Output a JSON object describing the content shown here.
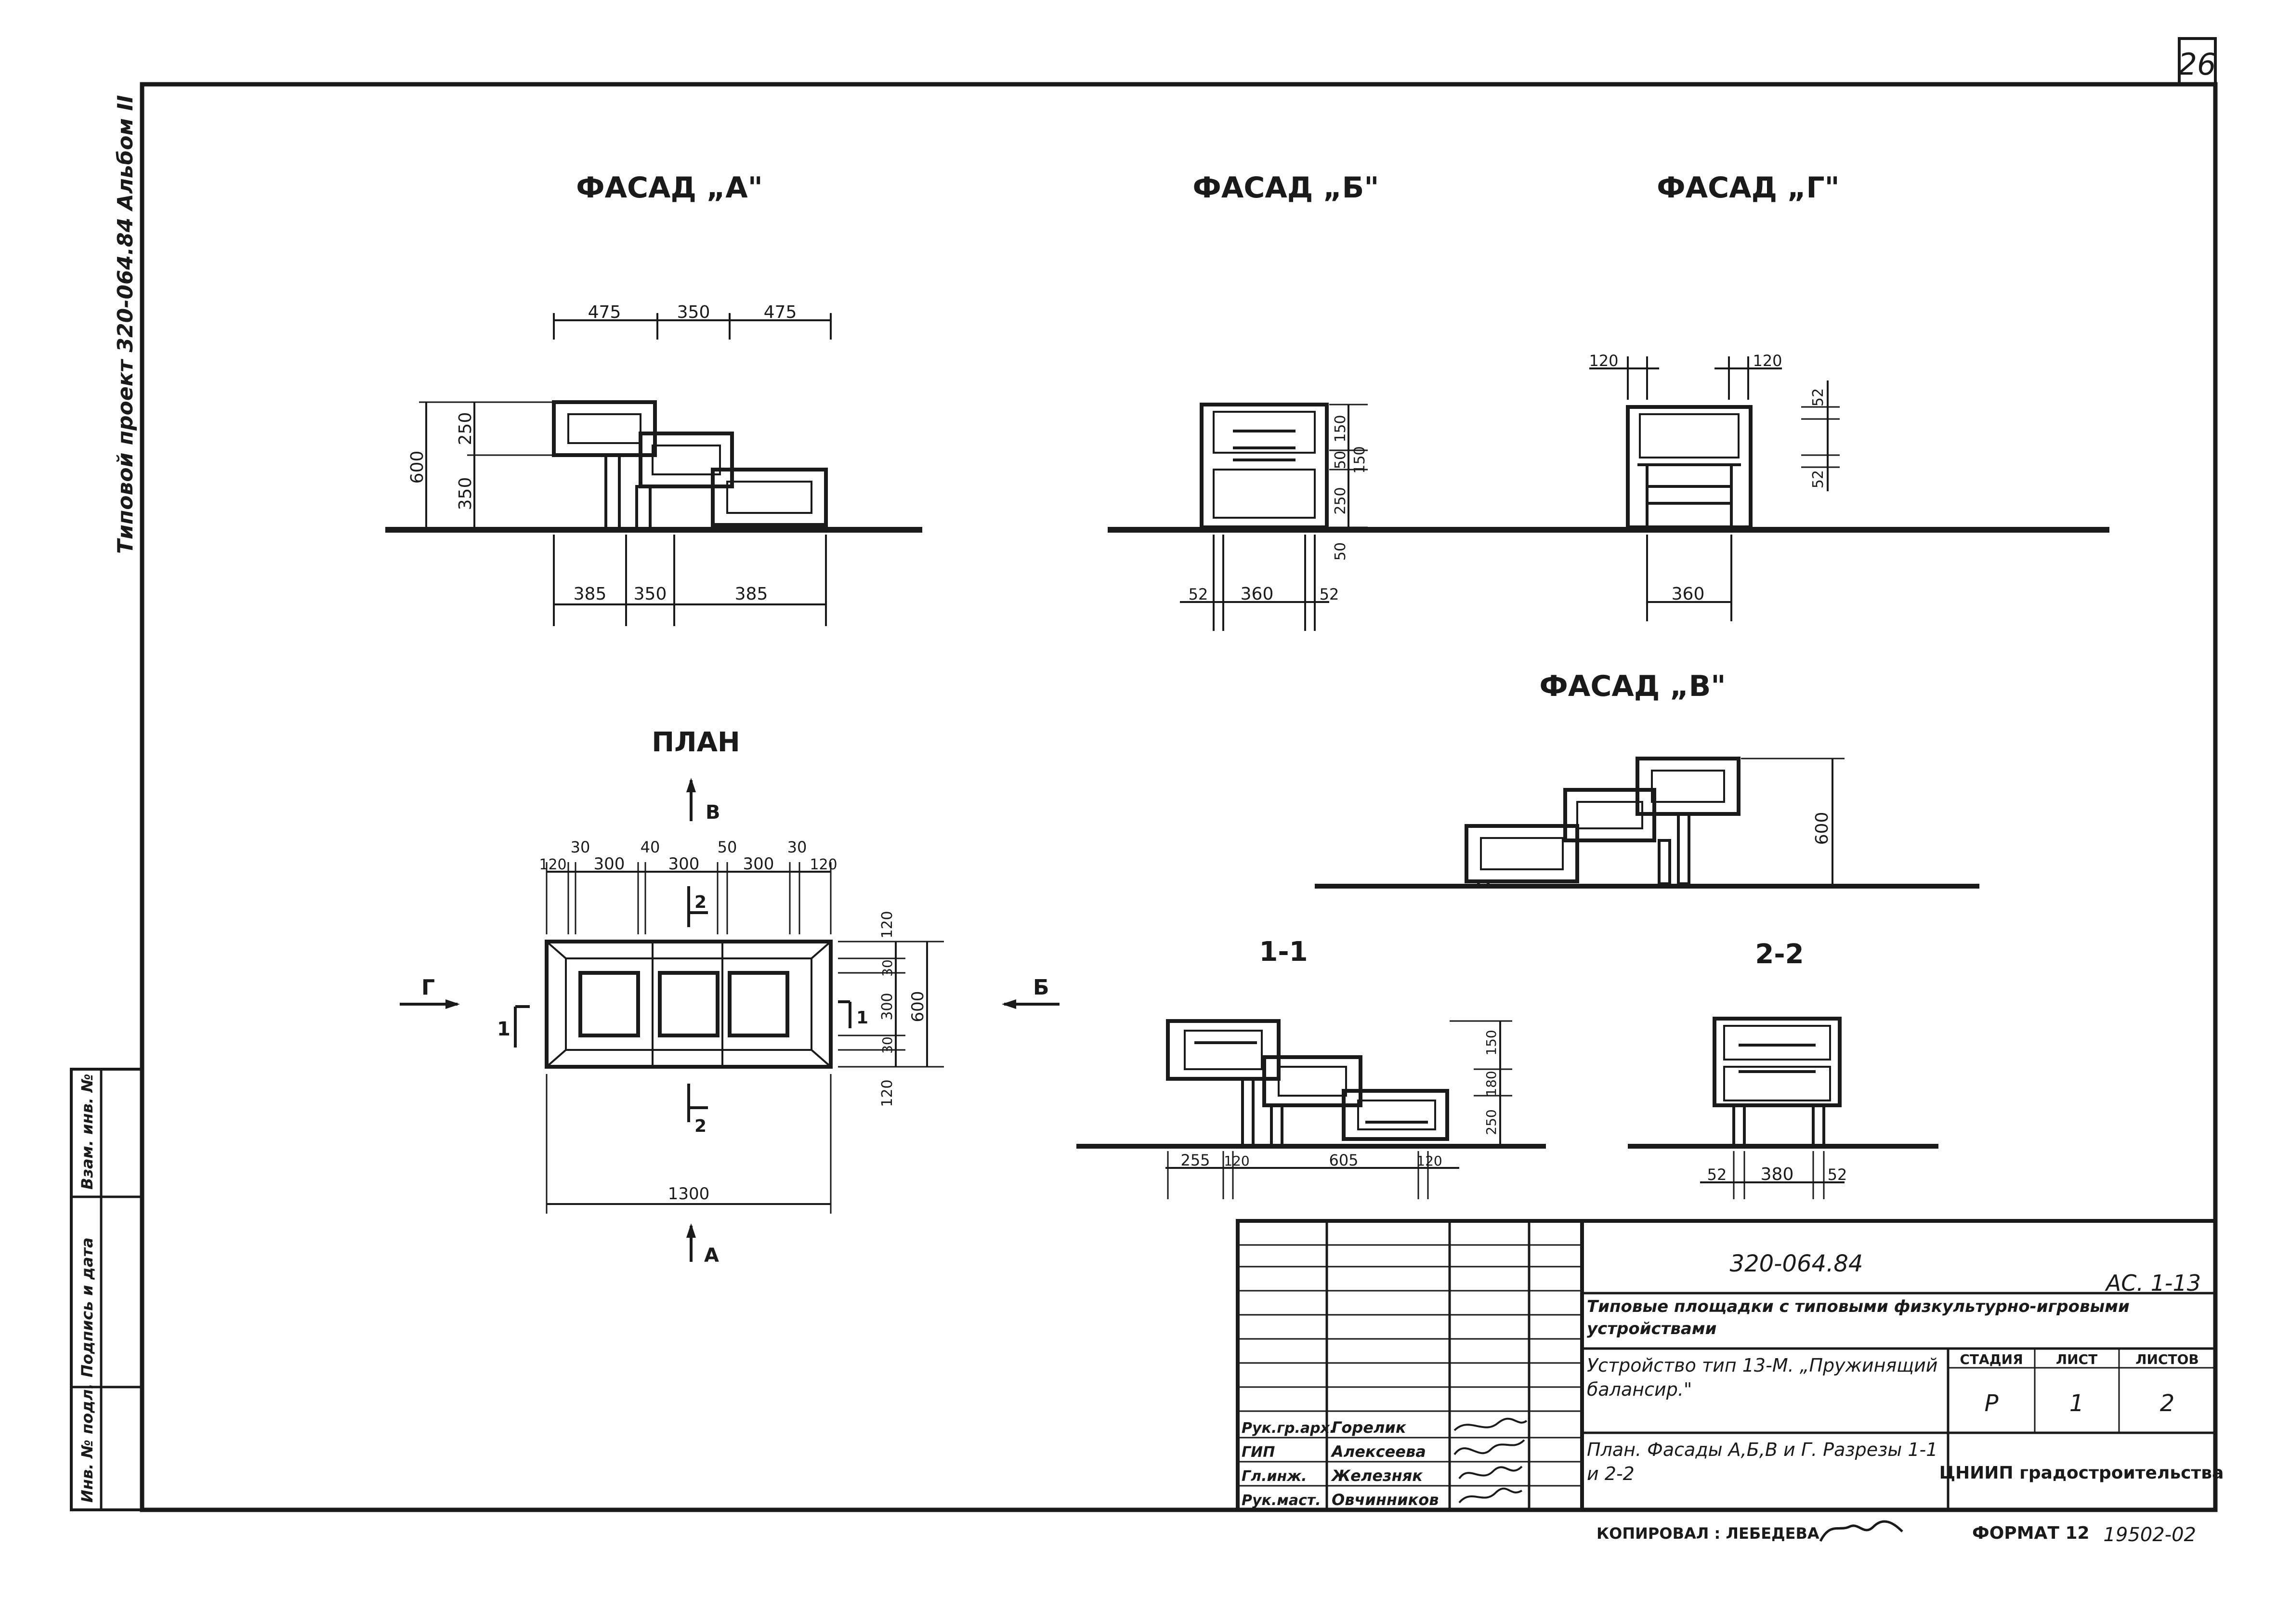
{
  "sheet": {
    "page_number": "26",
    "side_label": "Типовой проект 320-064.84 Альбом II"
  },
  "views": {
    "facade_a": {
      "title": "ФАСАД „А\"",
      "dims_top": [
        "475",
        "350",
        "475"
      ],
      "dims_left": [
        "600",
        "250",
        "350"
      ],
      "dims_bottom": [
        "385",
        "350",
        "385"
      ]
    },
    "facade_b": {
      "title": "ФАСАД „Б\"",
      "dims_right": [
        "150",
        "50",
        "150",
        "250",
        "50"
      ],
      "dims_bottom": [
        "52",
        "360",
        "52"
      ]
    },
    "facade_g": {
      "title": "ФАСАД „Г\"",
      "dims_top": [
        "120",
        "120"
      ],
      "dims_right": [
        "52",
        "52"
      ],
      "dims_bottom": [
        "360"
      ]
    },
    "facade_v": {
      "title": "ФАСАД „В\"",
      "dims_right": [
        "600"
      ]
    },
    "plan": {
      "title": "ПЛАН",
      "dims_top_row1": [
        "30",
        "40",
        "50",
        "30"
      ],
      "dims_top_row2": [
        "120",
        "300",
        "300",
        "300",
        "120"
      ],
      "dims_right": [
        "120",
        "30",
        "300",
        "30",
        "120"
      ],
      "dim_overall_right": "600",
      "dim_overall_bottom": "1300",
      "section_marks": [
        "В",
        "А",
        "Г",
        "Б",
        "1",
        "1",
        "2",
        "2"
      ]
    },
    "section_1_1": {
      "title": "1-1",
      "dims_right": [
        "150",
        "180",
        "250"
      ],
      "dims_bottom": [
        "255",
        "120",
        "605",
        "120"
      ]
    },
    "section_2_2": {
      "title": "2-2",
      "dims_bottom": [
        "52",
        "380",
        "52"
      ]
    }
  },
  "title_block": {
    "project_code": "320-064.84",
    "sheet_code": "АС. 1-13",
    "description": "Типовые площадки с типовыми физкультурно-игровыми устройствами",
    "device": "Устройство тип 13-М. „Пружинящий балансир.\"",
    "content": "План. Фасады А,Б,В и Г. Разрезы 1-1 и 2-2",
    "organization": "ЦНИИП градостроительства",
    "stage_header": "СТАДИЯ",
    "sheet_header": "ЛИСТ",
    "sheets_header": "ЛИСТОВ",
    "stage": "Р",
    "sheet": "1",
    "sheets": "2",
    "roles": [
      {
        "role": "Рук.гр.арх.",
        "name": "Горелик"
      },
      {
        "role": "ГИП",
        "name": "Алексеева"
      },
      {
        "role": "Гл.инж.",
        "name": "Железняк"
      },
      {
        "role": "Рук.маст.",
        "name": "Овчинников"
      }
    ]
  },
  "side_stamp": [
    "Инв. № подл.",
    "Подпись и дата",
    "Взам. инв. №"
  ],
  "footer": {
    "copied": "КОПИРОВАЛ : ЛЕБЕДЕВА",
    "format": "ФОРМАТ 12",
    "number": "19502-02"
  }
}
